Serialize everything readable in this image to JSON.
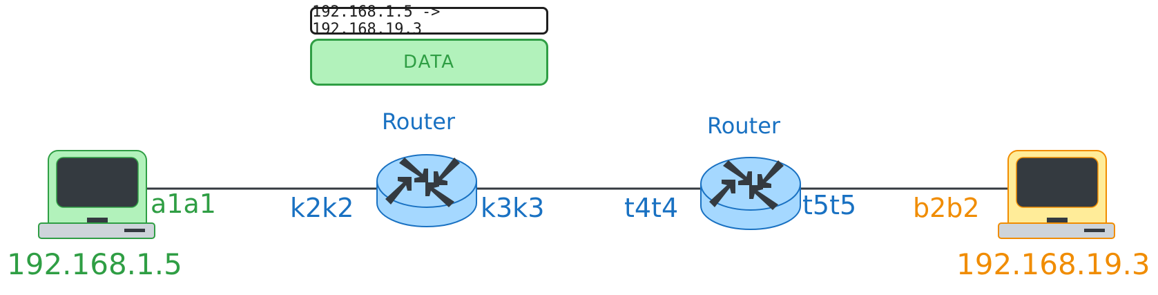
{
  "packet": {
    "header": "192.168.1.5 -> 192.168.19.3",
    "payload": "DATA"
  },
  "hosts": [
    {
      "ip": "192.168.1.5",
      "interface": "a1a1",
      "color": "#2f9e44"
    },
    {
      "ip": "192.168.19.3",
      "interface": "b2b2",
      "color": "#f08c00"
    }
  ],
  "routers": [
    {
      "label": "Router",
      "left_interface": "k2k2",
      "right_interface": "k3k3"
    },
    {
      "label": "Router",
      "left_interface": "t4t4",
      "right_interface": "t5t5"
    }
  ],
  "colors": {
    "router_fill": "#a5d8ff",
    "router_stroke": "#1971c2",
    "packet_fill": "#b2f2bb",
    "link": "#343a40"
  },
  "icons": [
    "computer-icon",
    "router-icon"
  ]
}
